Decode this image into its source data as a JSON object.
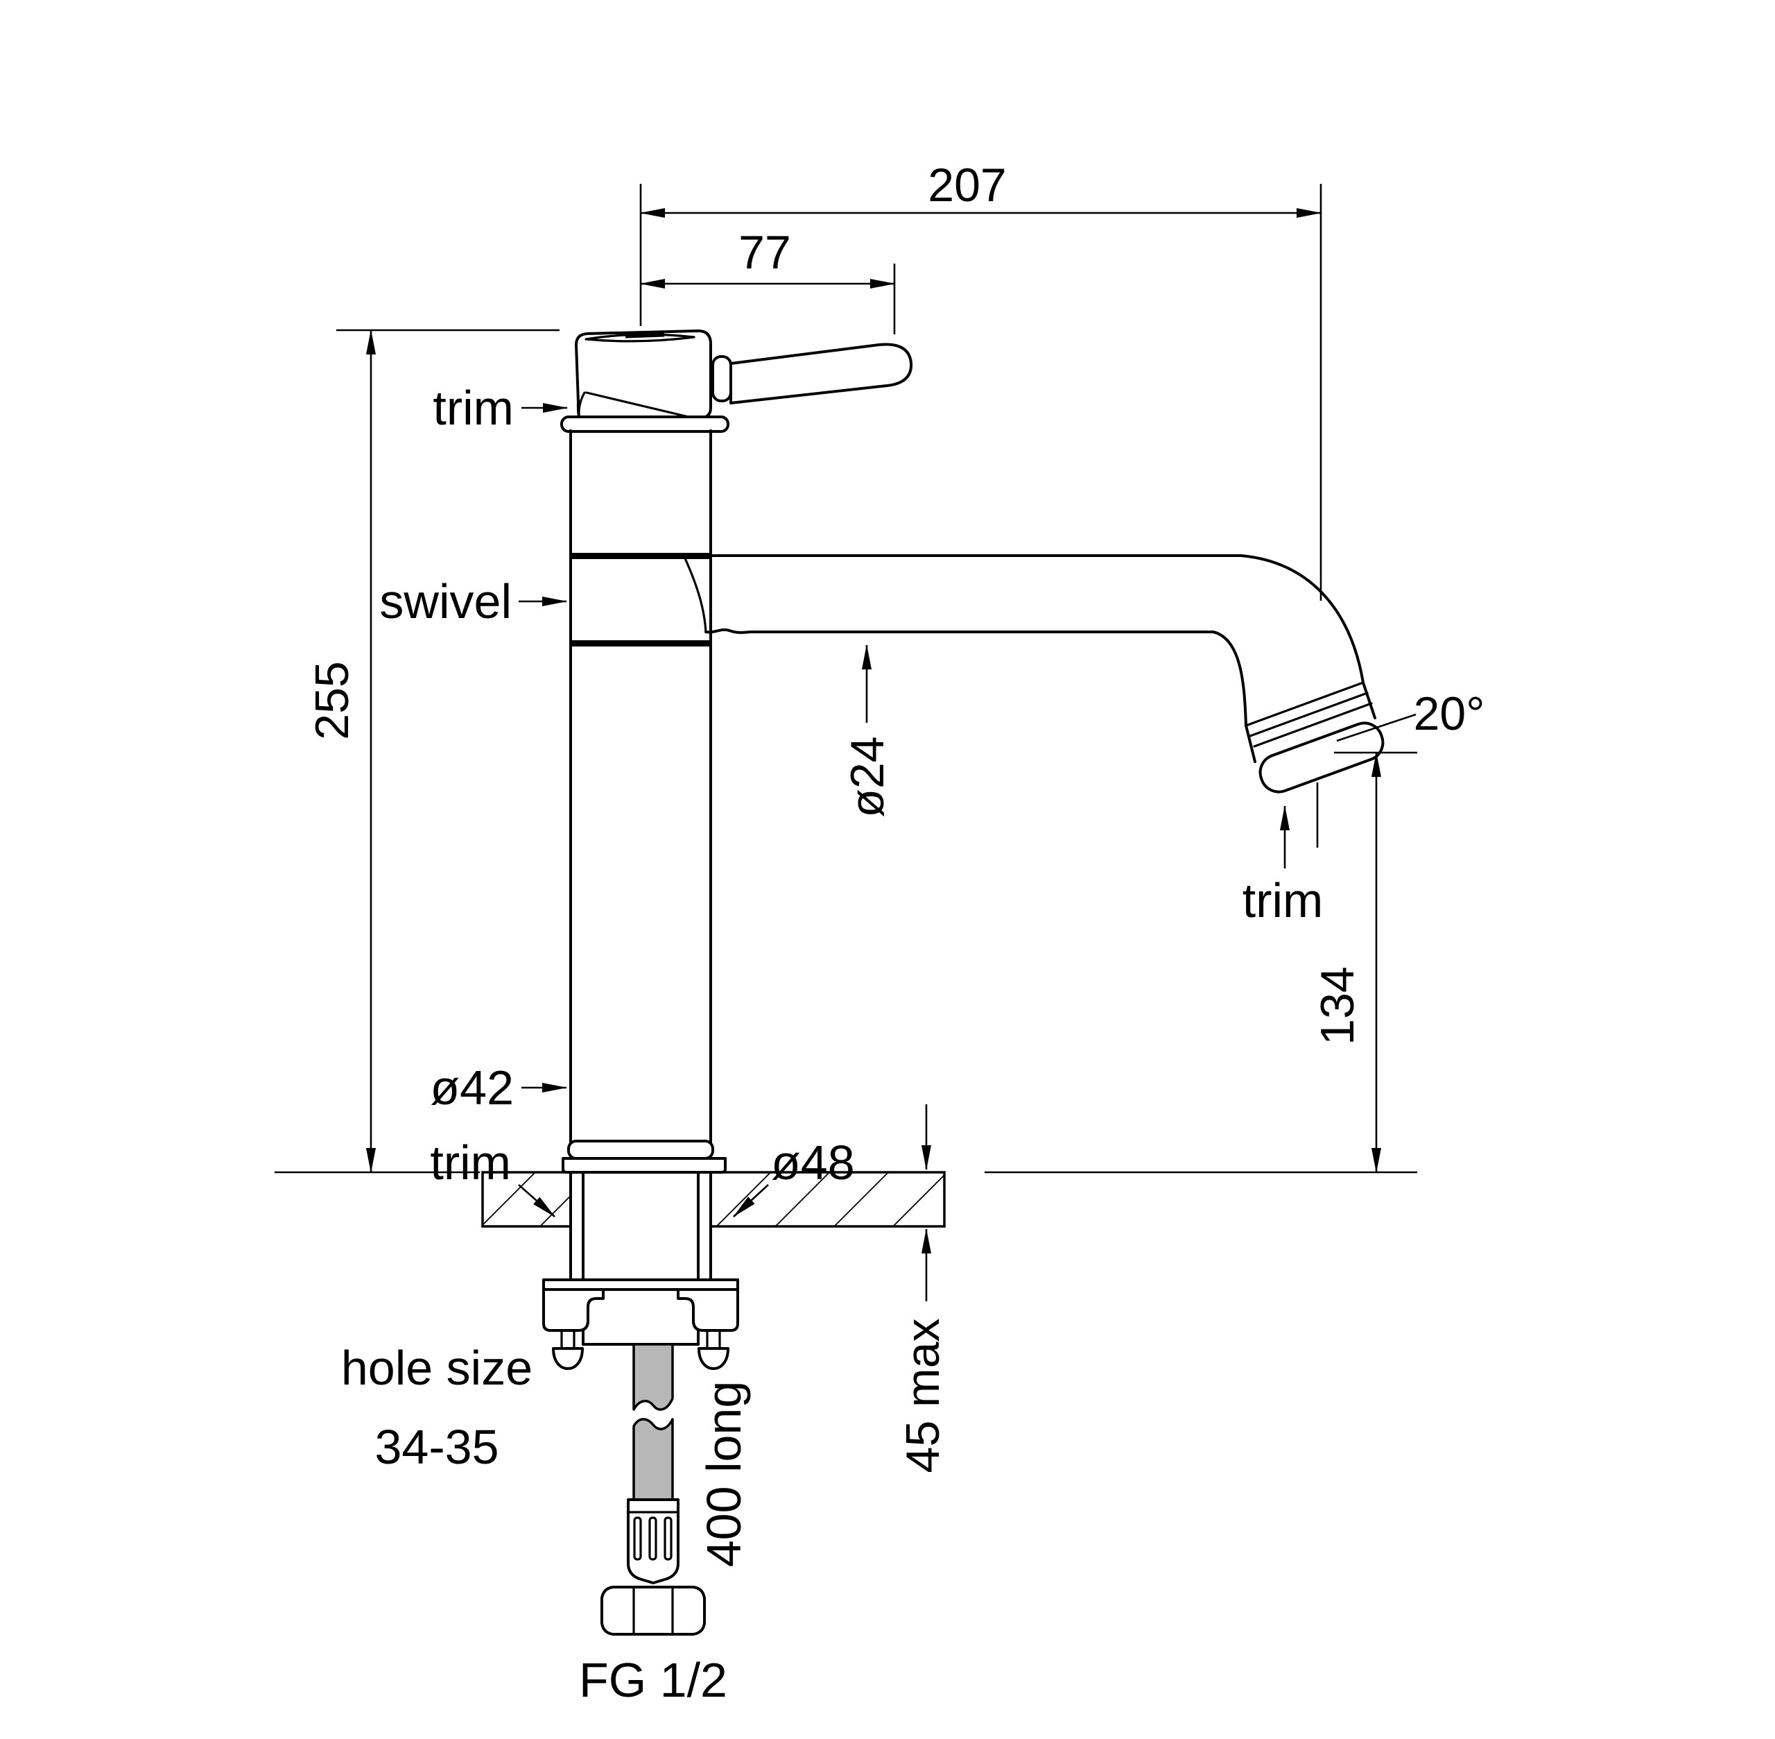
{
  "drawing": {
    "subject": "kitchen-mixer-tap-dimension-drawing",
    "background": "#ffffff",
    "line_color": "#000000",
    "hose_fill": "#b7b7b7",
    "dimensions": {
      "overall_reach": "207",
      "handle_length": "77",
      "overall_height": "255",
      "spout_tube_diameter": "ø24",
      "spout_outlet_angle": "20°",
      "outlet_clearance_height": "134",
      "body_diameter": "ø42",
      "base_diameter": "ø48",
      "hole_size_line1": "hole size",
      "hole_size_line2": "34-35",
      "max_bench_thickness": "45 max",
      "hose_length": "400 long",
      "connection_thread": "FG 1/2"
    },
    "callouts": {
      "trim_head": "trim",
      "swivel": "swivel",
      "trim_spout": "trim",
      "trim_base": "trim"
    }
  }
}
